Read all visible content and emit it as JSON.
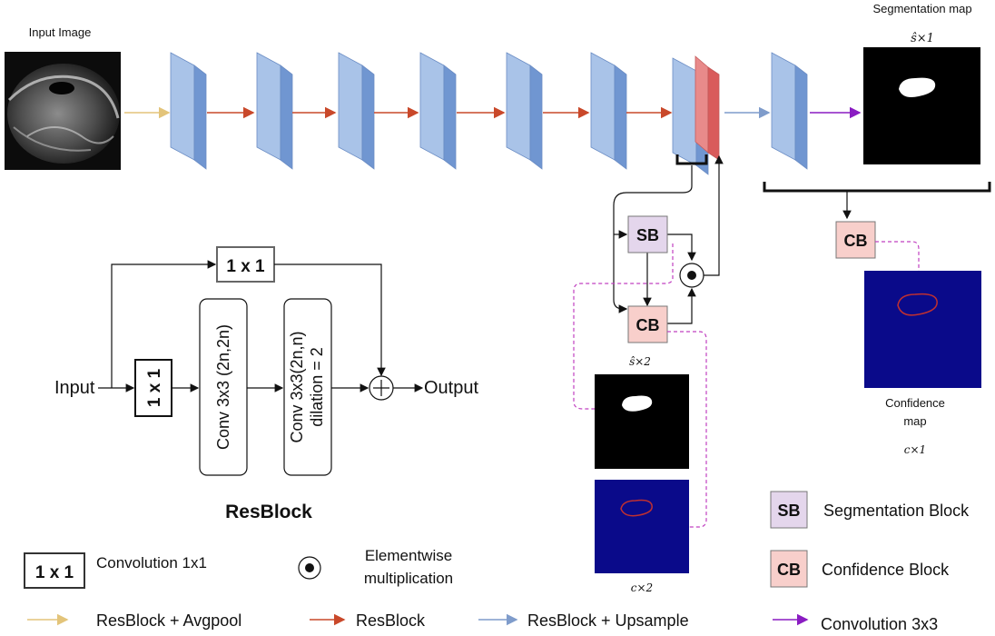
{
  "input_image_label": "Input Image",
  "segmentation_map_label": "Segmentation map",
  "s_hat_x1": "ŝ×1",
  "s_hat_x2": "ŝ×2",
  "c_x1": "c×1",
  "c_x2": "c×2",
  "confidence_map_label": [
    "Confidence",
    "map"
  ],
  "sb_label": "SB",
  "cb_label": "CB",
  "resblock": {
    "title": "ResBlock",
    "input": "Input",
    "output": "Output",
    "conv1x1": "1 x 1",
    "conv_a": "Conv 3x3 (2n,2n)",
    "conv_b_line1": "Conv 3x3(2n,n)",
    "conv_b_line2": "dilation = 2"
  },
  "legend": {
    "conv1x1_box": "1 x 1",
    "conv1x1_text": "Convolution 1x1",
    "elementwise_line1": "Elementwise",
    "elementwise_line2": "multiplication",
    "sb_box": "SB",
    "sb_text": "Segmentation Block",
    "cb_box": "CB",
    "cb_text": "Confidence Block",
    "arrows": [
      {
        "label": "ResBlock + Avgpool",
        "color": "#e3c47a"
      },
      {
        "label": "ResBlock",
        "color": "#c9482a"
      },
      {
        "label": "ResBlock + Upsample",
        "color": "#7f9ccb"
      },
      {
        "label": "Convolution  3x3",
        "color": "#8a1cc2"
      }
    ]
  },
  "colors": {
    "layer_front": "#a9c3e8",
    "layer_side": "#7096d1",
    "red_layer": "#e88a8a",
    "sb_fill": "#e4d6ec",
    "cb_fill": "#f8cfcb",
    "conf_bg": "#0a0a8a",
    "contour": "#c03030",
    "dashed": "#c040c0"
  }
}
